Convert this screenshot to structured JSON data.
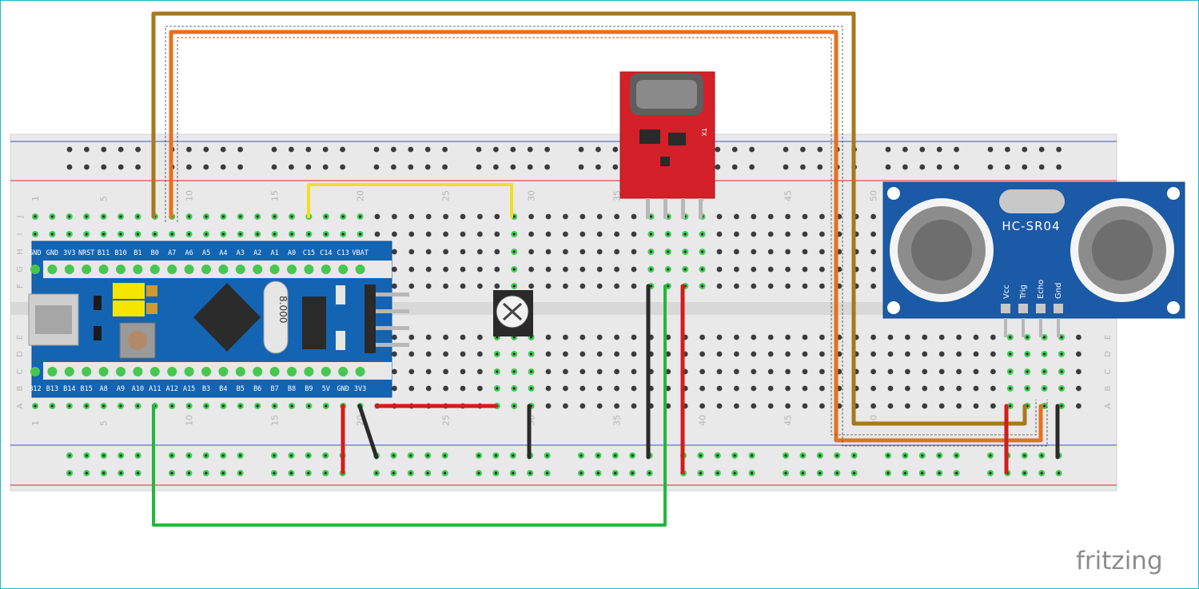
{
  "breadboard": {
    "column_numbers": [
      "1",
      "5",
      "10",
      "15",
      "20",
      "25",
      "30",
      "35",
      "40",
      "45",
      "50"
    ],
    "column_numbers_positions_cols": [
      1,
      5,
      10,
      15,
      20,
      25,
      30,
      35,
      40,
      45,
      50
    ],
    "rows_top": [
      "J",
      "I",
      "H",
      "G",
      "F"
    ],
    "rows_bottom": [
      "E",
      "D",
      "C",
      "B",
      "A"
    ]
  },
  "stm32": {
    "top_pins": [
      "GND",
      "GND",
      "3V3",
      "NRST",
      "B11",
      "B10",
      "B1",
      "B0",
      "A7",
      "A6",
      "A5",
      "A4",
      "A3",
      "A2",
      "A1",
      "A0",
      "C15",
      "C14",
      "C13",
      "VBAT"
    ],
    "bottom_pins": [
      "B12",
      "B13",
      "B14",
      "B15",
      "A8",
      "A9",
      "A10",
      "A11",
      "A12",
      "A15",
      "B3",
      "B4",
      "B5",
      "B6",
      "B7",
      "B8",
      "B9",
      "5V",
      "GND",
      "3V3"
    ],
    "crystal_label": "8.000"
  },
  "sonar": {
    "title": "HC-SR04",
    "pins": [
      "Vcc",
      "Trig",
      "Echo",
      "Gnd"
    ]
  },
  "rf_module": {
    "marking": "TX"
  },
  "branding": {
    "logo": "fritzing"
  },
  "colors": {
    "wire_brown": "#a8781e",
    "wire_orange": "#e8701e",
    "wire_yellow": "#f0e020",
    "wire_green": "#22b83a",
    "wire_red": "#d41c1c",
    "wire_black": "#2a2a2a",
    "board_blue": "#1464b4",
    "sonar_blue": "#1a5aa6",
    "rf_red": "#d42028",
    "frame": "#21b3c9"
  }
}
